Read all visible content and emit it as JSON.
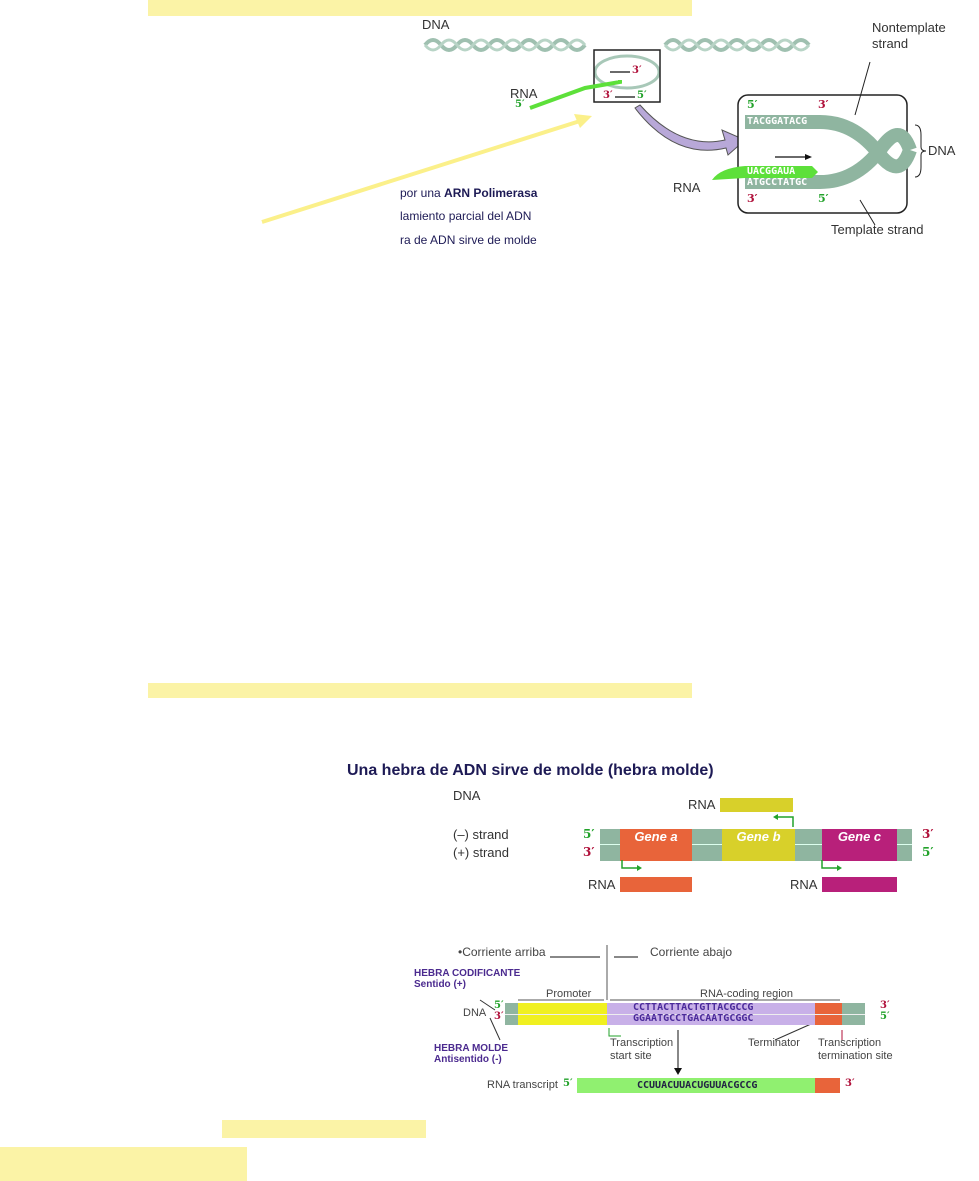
{
  "top_diagram": {
    "dna_label": "DNA",
    "rna_label": "RNA",
    "five_prime": "5′",
    "three_prime": "3′",
    "nontemplate_label": "Nontemplate strand",
    "template_label": "Template strand",
    "dna_brace_label": "DNA",
    "top_seq": "TACGGATACG",
    "rna_seq": "UACGGAUA",
    "bottom_seq": "ATGCCTATGC",
    "slide_lines": [
      "por una ",
      "ARN Polimerasa",
      "lamiento parcial del ADN",
      "ra de ADN sirve de molde"
    ]
  },
  "gene_diagram": {
    "title": "Una hebra de ADN sirve de molde (hebra molde)",
    "dna_label": "DNA",
    "minus_strand": "(–) strand",
    "plus_strand": "(+) strand",
    "genes": [
      "Gene a",
      "Gene b",
      "Gene c"
    ],
    "rna_label": "RNA"
  },
  "transcription_unit": {
    "upstream": "•Corriente arriba",
    "downstream": "Corriente abajo",
    "coding_strand": "HEBRA CODIFICANTE",
    "coding_sense": "Sentido (+)",
    "template_strand": "HEBRA MOLDE",
    "template_sense": "Antisentido (-)",
    "promoter": "Promoter",
    "coding_region": "RNA-coding region",
    "dna_label": "DNA",
    "seq_top": "CCTTACTTACTGTTACGCCG",
    "seq_bottom": "GGAATGCCTGACAATGCGGC",
    "start_site": [
      "Transcription",
      "start site"
    ],
    "terminator": "Terminator",
    "termination_site": [
      "Transcription",
      "termination site"
    ],
    "rna_transcript": "RNA transcript",
    "rna_seq": "CCUUACUUACUGUUACGCCG"
  },
  "colors": {
    "highlight": "#fbf3a6",
    "rna_green": "#5de03a",
    "dna": "#8fb5a0",
    "gene_a": "#e8643a",
    "gene_b": "#d8d02a",
    "gene_c": "#b8207a",
    "promoter": "#f0f020",
    "coding": "#c8b0e8"
  }
}
